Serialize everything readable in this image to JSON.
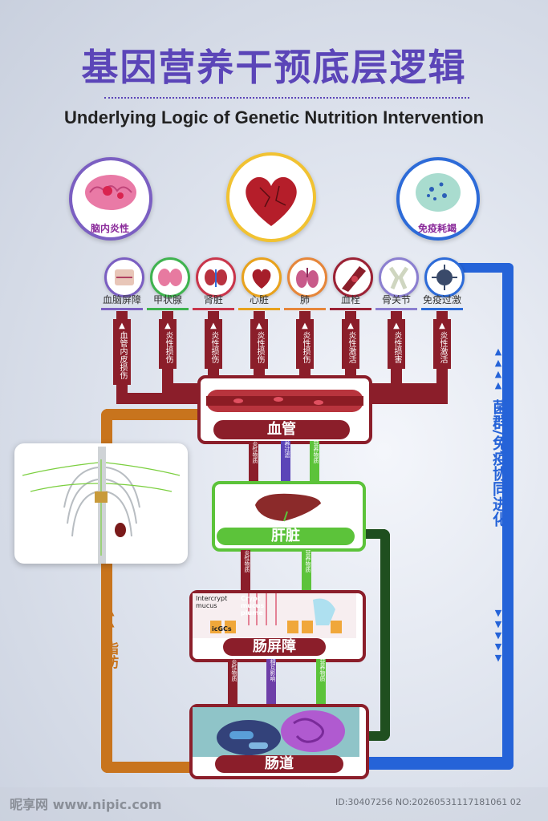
{
  "title": "基因营养干预底层逻辑",
  "subtitle": "Underlying Logic of Genetic Nutrition Intervention",
  "top_circles": [
    {
      "name": "brain",
      "label": "脑内炎性"
    },
    {
      "name": "heart",
      "label": ""
    },
    {
      "name": "cell",
      "label": "免疫耗竭"
    }
  ],
  "organs": [
    {
      "label": "血脑屏障",
      "arrow": "血管内皮损伤",
      "color": "#7b5fc2"
    },
    {
      "label": "甲状腺",
      "arrow": "炎性损伤",
      "color": "#3fb34f"
    },
    {
      "label": "肾脏",
      "arrow": "炎性损伤",
      "color": "#c9364b"
    },
    {
      "label": "心脏",
      "arrow": "炎性损伤",
      "color": "#e8a21d"
    },
    {
      "label": "肺",
      "arrow": "炎性损伤",
      "color": "#e6863a"
    },
    {
      "label": "血栓",
      "arrow": "炎性激活",
      "color": "#9b2235"
    },
    {
      "label": "骨关节",
      "arrow": "炎性损害",
      "color": "#8b7fd0"
    },
    {
      "label": "免疫过激",
      "arrow": "炎性激活",
      "color": "#2d6bd8"
    }
  ],
  "boxes": {
    "vessel": "血管",
    "liver": "肝脏",
    "gut_barrier": "肠屏障",
    "gut": "肠道"
  },
  "connectors": {
    "vessel_liver": [
      "炎性物质",
      "养过滤",
      "营养物质"
    ],
    "liver_barrier": [
      "炎性物质",
      "营养物质"
    ],
    "barrier_gut": [
      "炎性物质",
      "相互影响",
      "营养物质"
    ]
  },
  "gut_barrier_overlay": [
    "Intercrypt mucus",
    "Crypt mucus plume",
    "icGCs"
  ],
  "side_labels": {
    "fat": "脂肪",
    "flora": "菌群/免疫协同进化"
  },
  "watermark": {
    "site": "昵享网 www.nipic.com",
    "id": "ID:30407256 NO:20260531117181061 02"
  },
  "colors": {
    "title": "#5b45b8",
    "vessel": "#8b1e2a",
    "liver": "#5cc33a",
    "gut": "#8b1e2a",
    "fat": "#c8741d",
    "flora": "#2563d8",
    "green_dark": "#1f4f1f"
  }
}
